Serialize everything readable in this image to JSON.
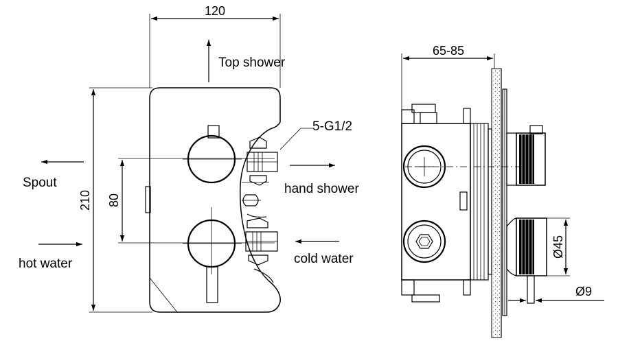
{
  "front_view": {
    "width_dim": "120",
    "height_dim": "210",
    "spacing_dim": "80",
    "thread_callout": "5-G1/2",
    "labels": {
      "top_shower": "Top shower",
      "hand_shower": "hand shower",
      "spout": "Spout",
      "hot_water": "hot water",
      "cold_water": "cold water"
    }
  },
  "side_view": {
    "depth_dim": "65-85",
    "handle_diameter_dim": "Ø45",
    "stem_diameter_dim": "Ø9"
  }
}
